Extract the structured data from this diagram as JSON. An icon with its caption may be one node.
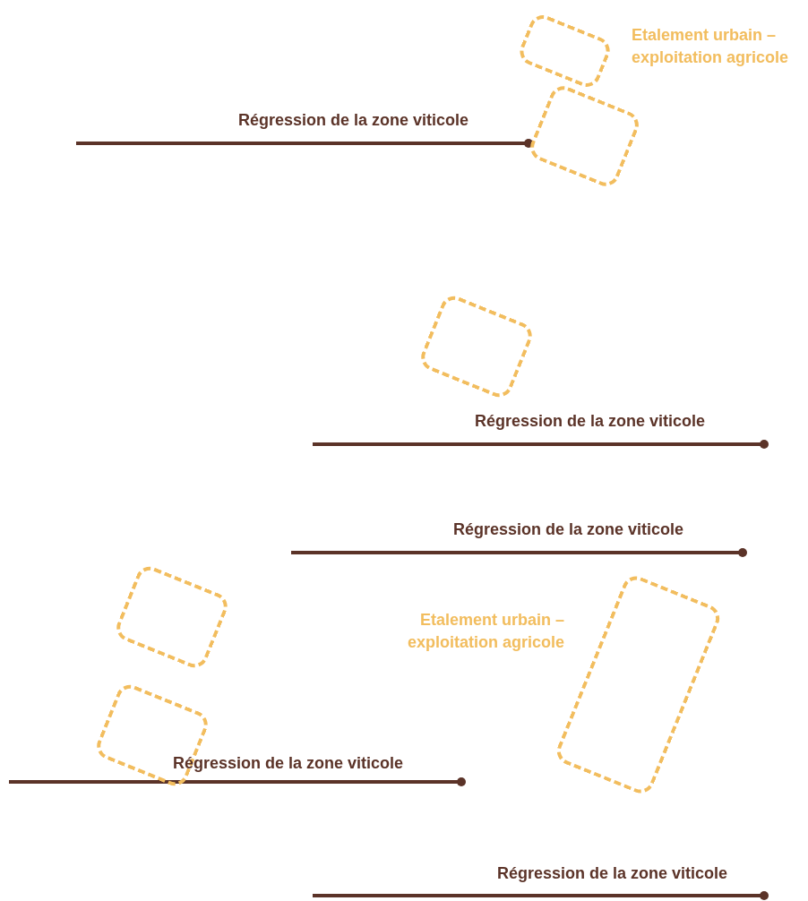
{
  "diagram": {
    "nodes": [
      {
        "text": [],
        "shape": "box"
      },
      {
        "text": [
          "Régression de la zone viticole"
        ]
      },
      {
        "text": [],
        "shape": "box"
      },
      {
        "text": [],
        "shape": "box"
      },
      {
        "text": [
          "Régression de la zone viticole"
        ]
      },
      {
        "text": [
          "Régression de la zone viticole"
        ]
      },
      {
        "text": [],
        "shape": "box"
      },
      {
        "text": [],
        "shape": "box"
      },
      {
        "text": [],
        "shape": "box"
      },
      {
        "text": [
          "Régression de la zone viticole"
        ]
      },
      {
        "text": [
          "Régression de la zone viticole"
        ]
      }
    ],
    "edges": [
      {
        "from": 1,
        "to": null,
        "arrow": "other"
      },
      {
        "from": 4,
        "to": null,
        "arrow": "other"
      },
      {
        "from": 5,
        "to": null,
        "arrow": "other"
      },
      {
        "from": 9,
        "to": null,
        "arrow": "other"
      },
      {
        "from": 10,
        "to": null,
        "arrow": "other"
      }
    ],
    "labels": [
      "Etalement urbain – exploitation agricole",
      "Etalement urbain – exploitation agricole"
    ]
  }
}
